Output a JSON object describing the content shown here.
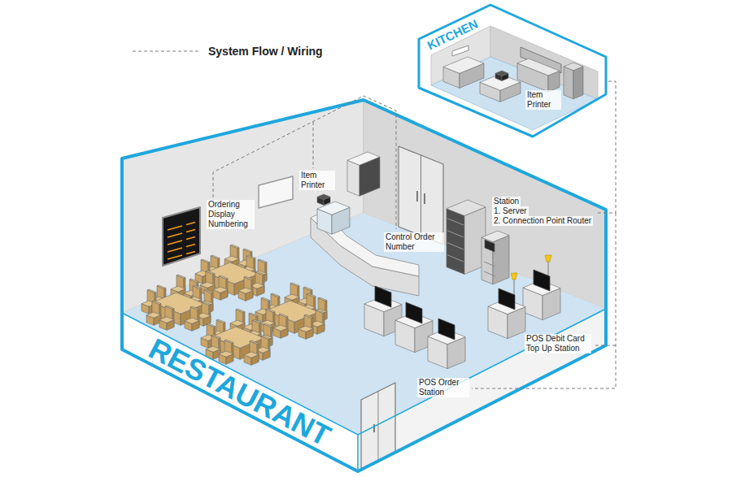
{
  "diagram": {
    "nodes": [
      {
        "text": [
          "KITCHEN"
        ]
      },
      {
        "text": [
          "RESTAURANT"
        ]
      }
    ],
    "labels": [
      "Item Printer",
      "Item Printer",
      "Ordering Display Numbering",
      "Station",
      "1. Server",
      "2. Connection Point Router",
      "Control Order Number",
      "POS Debit Card Top Up Station",
      "POS Order Station"
    ],
    "legend": [
      {
        "text": "System Flow / Wiring"
      }
    ]
  }
}
